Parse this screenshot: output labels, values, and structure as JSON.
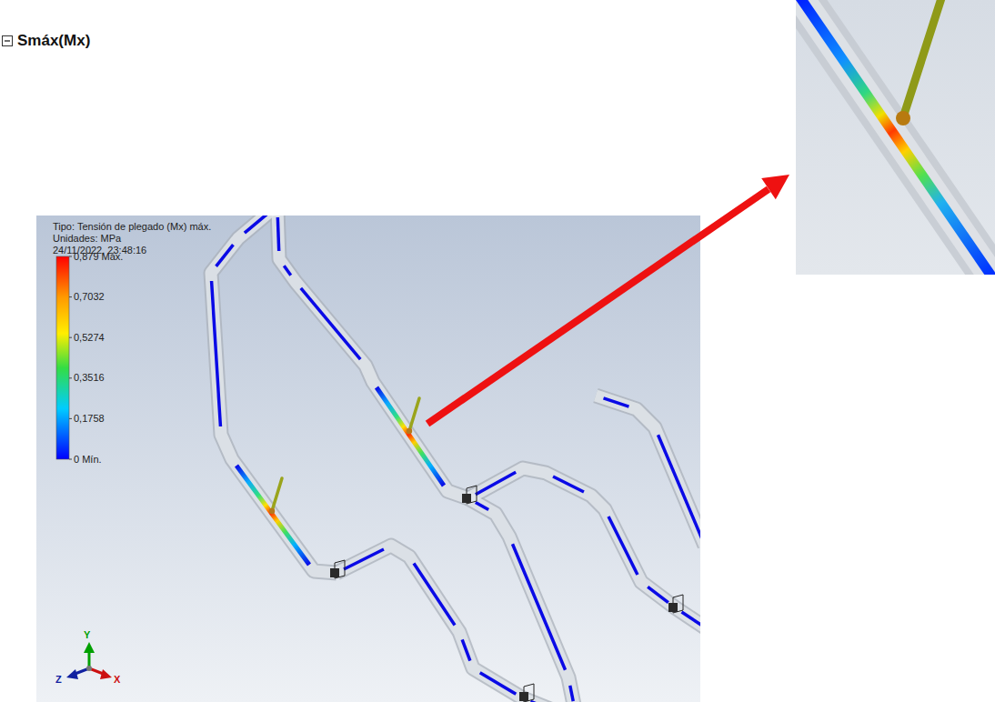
{
  "diagram": {
    "title": "Smáx(Mx)",
    "labels": [
      "Tipo: Tensión de plegado (Mx) máx.",
      "Unidades: MPa",
      "24/11/2022, 23:48:16",
      "0,879 Máx.",
      "0,7032",
      "0,5274",
      "0,3516",
      "0,1758",
      "0 Mín.",
      "Y",
      "Z",
      "X"
    ]
  }
}
